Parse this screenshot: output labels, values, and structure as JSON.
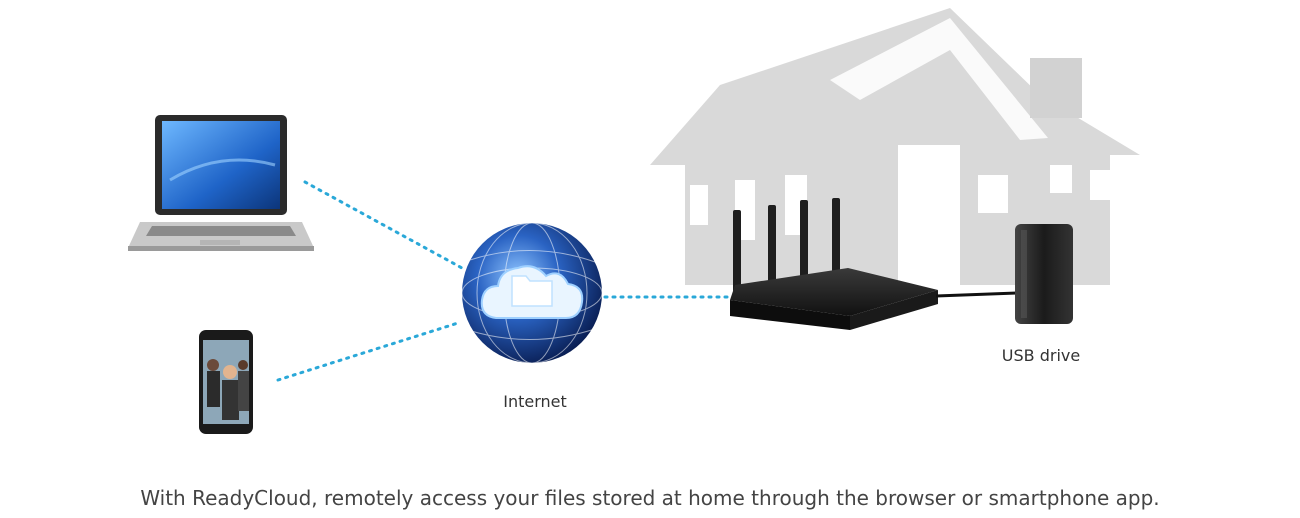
{
  "labels": {
    "internet": "Internet",
    "usb_drive": "USB drive"
  },
  "caption": "With ReadyCloud, remotely access your files stored at home through the browser or smartphone app.",
  "colors": {
    "dotted_link": "#2aa8d8",
    "house": "#d9d9d9",
    "router": "#1e1e1e",
    "globe": "#1f4fa0"
  },
  "icons": [
    "laptop-icon",
    "smartphone-icon",
    "cloud-globe-icon",
    "house-icon",
    "router-icon",
    "usb-drive-icon"
  ]
}
